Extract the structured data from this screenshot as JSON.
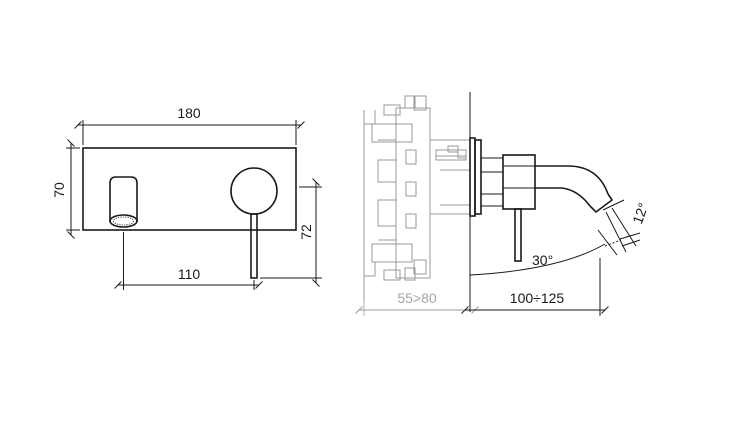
{
  "front_view": {
    "dim_width": "180",
    "dim_height": "70",
    "dim_spout_to_lever": "110",
    "dim_lever_drop": "72"
  },
  "side_view": {
    "dim_wall_depth": "55>80",
    "dim_projection": "100÷125",
    "angle_swing": "30°",
    "angle_tilt": "12°"
  }
}
